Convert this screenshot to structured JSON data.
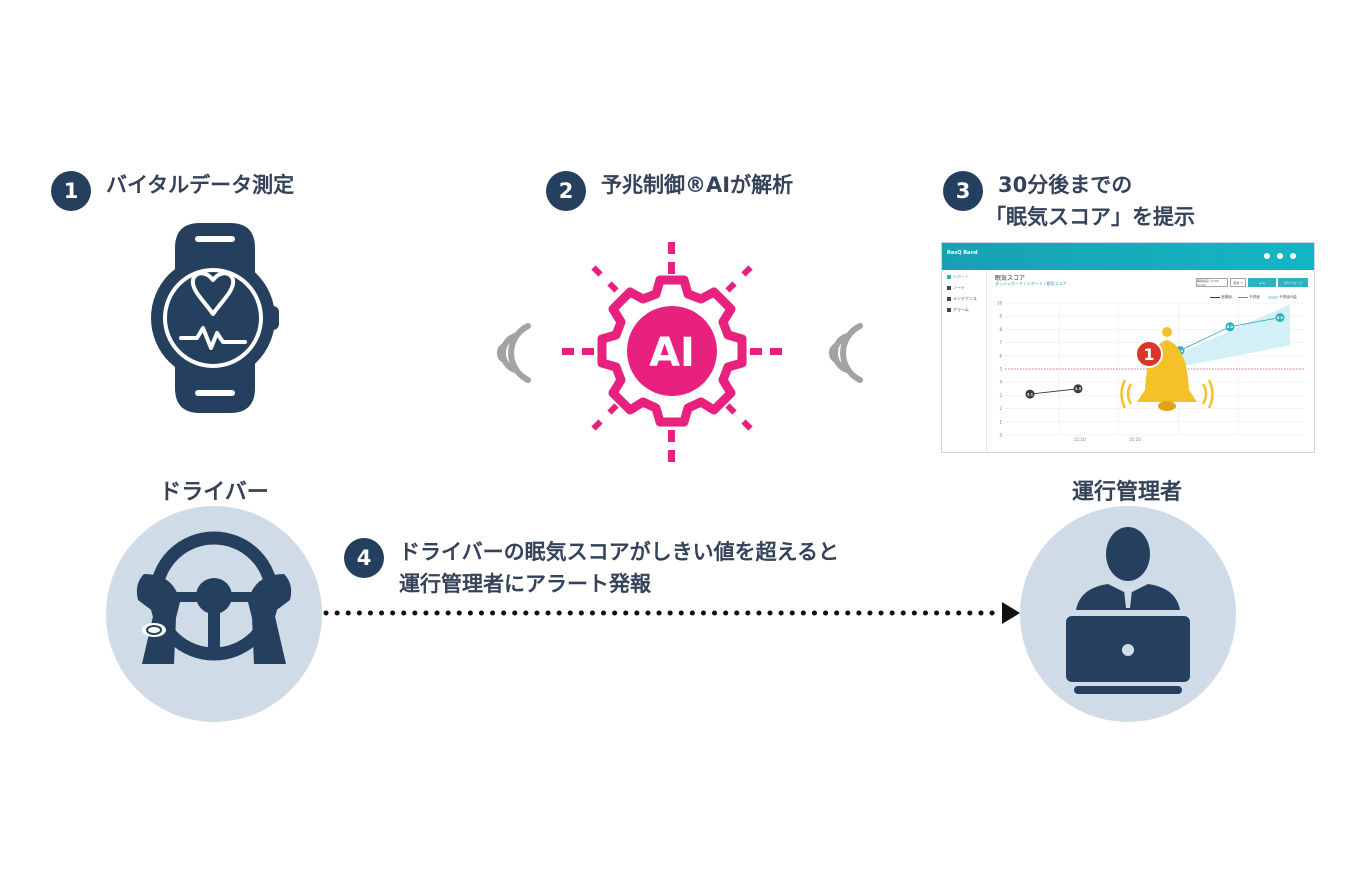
{
  "steps": [
    {
      "number": "1",
      "title": "バイタルデータ測定"
    },
    {
      "number": "2",
      "title": "予兆制御®AIが解析"
    },
    {
      "number": "3",
      "title_line1": "30分後までの",
      "title_line2": "「眠気スコア」を提示"
    },
    {
      "number": "4",
      "title_line1": "ドライバーの眠気スコアがしきい値を超えると",
      "title_line2": "運行管理者にアラート発報"
    }
  ],
  "roles": {
    "driver": "ドライバー",
    "manager": "運行管理者"
  },
  "ai_label": "AI",
  "dashboard": {
    "brand": "ResQ Band",
    "page_title": "眠気スコア",
    "breadcrumb": "ダッシュボード / レポート / 眠気スコア",
    "sidebar": [
      "レポート",
      "ノート",
      "メンテナンス",
      "アラーム"
    ],
    "buttons": [
      "期間指定 12:00-13:00",
      "更新 ▽",
      "≡ ≡",
      "ダウンロード"
    ],
    "legend": [
      "実績値",
      "予測値",
      "予測値の幅"
    ],
    "notification_count": "1",
    "chart_data": {
      "type": "line",
      "y_ticks": [
        "10",
        "9",
        "8",
        "7",
        "6",
        "5",
        "4",
        "3",
        "2",
        "1",
        "0"
      ],
      "x_tick_labels": [
        "21:10",
        "21:20"
      ],
      "ylim": [
        0,
        10
      ],
      "threshold": 5,
      "series": [
        {
          "name": "実績値",
          "points": [
            {
              "label": "3.1",
              "value": 3.1
            },
            {
              "label": "3.5",
              "value": 3.5
            }
          ]
        },
        {
          "name": "予測値",
          "points": [
            {
              "label": "6.4",
              "value": 6.4
            },
            {
              "label": "8.2",
              "value": 8.2
            },
            {
              "label": "8.9",
              "value": 8.9
            }
          ]
        }
      ]
    }
  },
  "colors": {
    "navy": "#24405e",
    "text": "#34435a",
    "magenta": "#e8217f",
    "circle_bg": "#cfdbe6",
    "bell": "#f5c12a",
    "alert_red": "#d9362a",
    "wave_gray": "#a3a3a3"
  }
}
